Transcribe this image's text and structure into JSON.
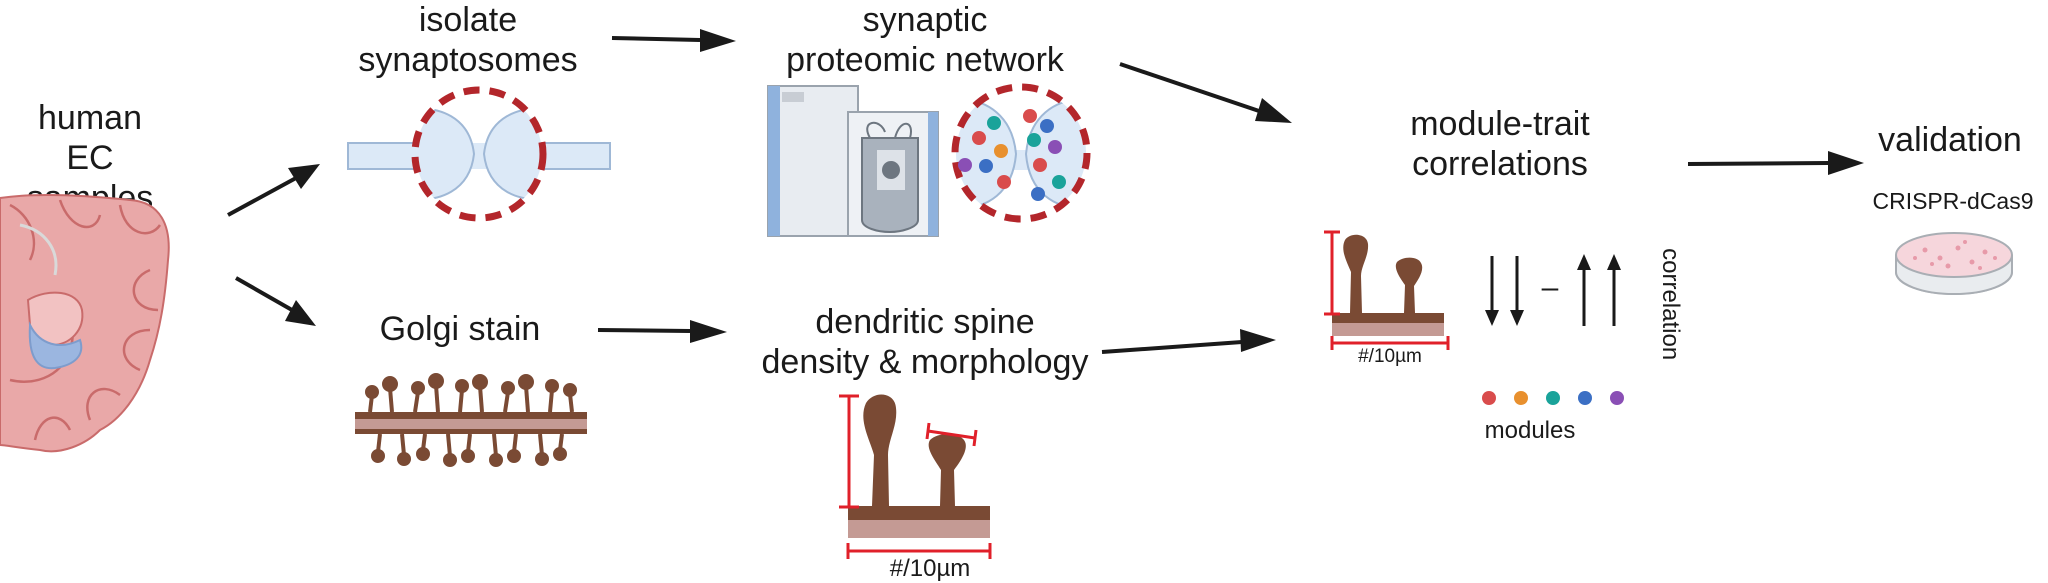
{
  "labels": {
    "human_ec": "human EC\nsamples",
    "isolate": "isolate\nsynaptosomes",
    "synaptic_network": "synaptic\nproteomic network",
    "golgi": "Golgi stain",
    "dendritic": "dendritic spine\ndensity & morphology",
    "module_trait": "module-trait\ncorrelations",
    "validation": "validation",
    "crispr": "CRISPR-dCas9",
    "unit_small": "#/10µm",
    "unit_large": "#/10µm",
    "correlation": "correlation",
    "modules": "modules",
    "dash": "–"
  },
  "module_colors": [
    "#d94c4c",
    "#e8902e",
    "#1aa39a",
    "#3b6fc4",
    "#8a4fb5"
  ],
  "colors": {
    "brain": "#e9a8a8",
    "brain_line": "#c96b6b",
    "hippocampus": "#9bb6e0",
    "synapse_fill": "#dce9f7",
    "synapse_ring": "#b3262b",
    "spine": "#7a4a34",
    "spine_base": "#c49a94",
    "scale_red": "#e0202a"
  }
}
